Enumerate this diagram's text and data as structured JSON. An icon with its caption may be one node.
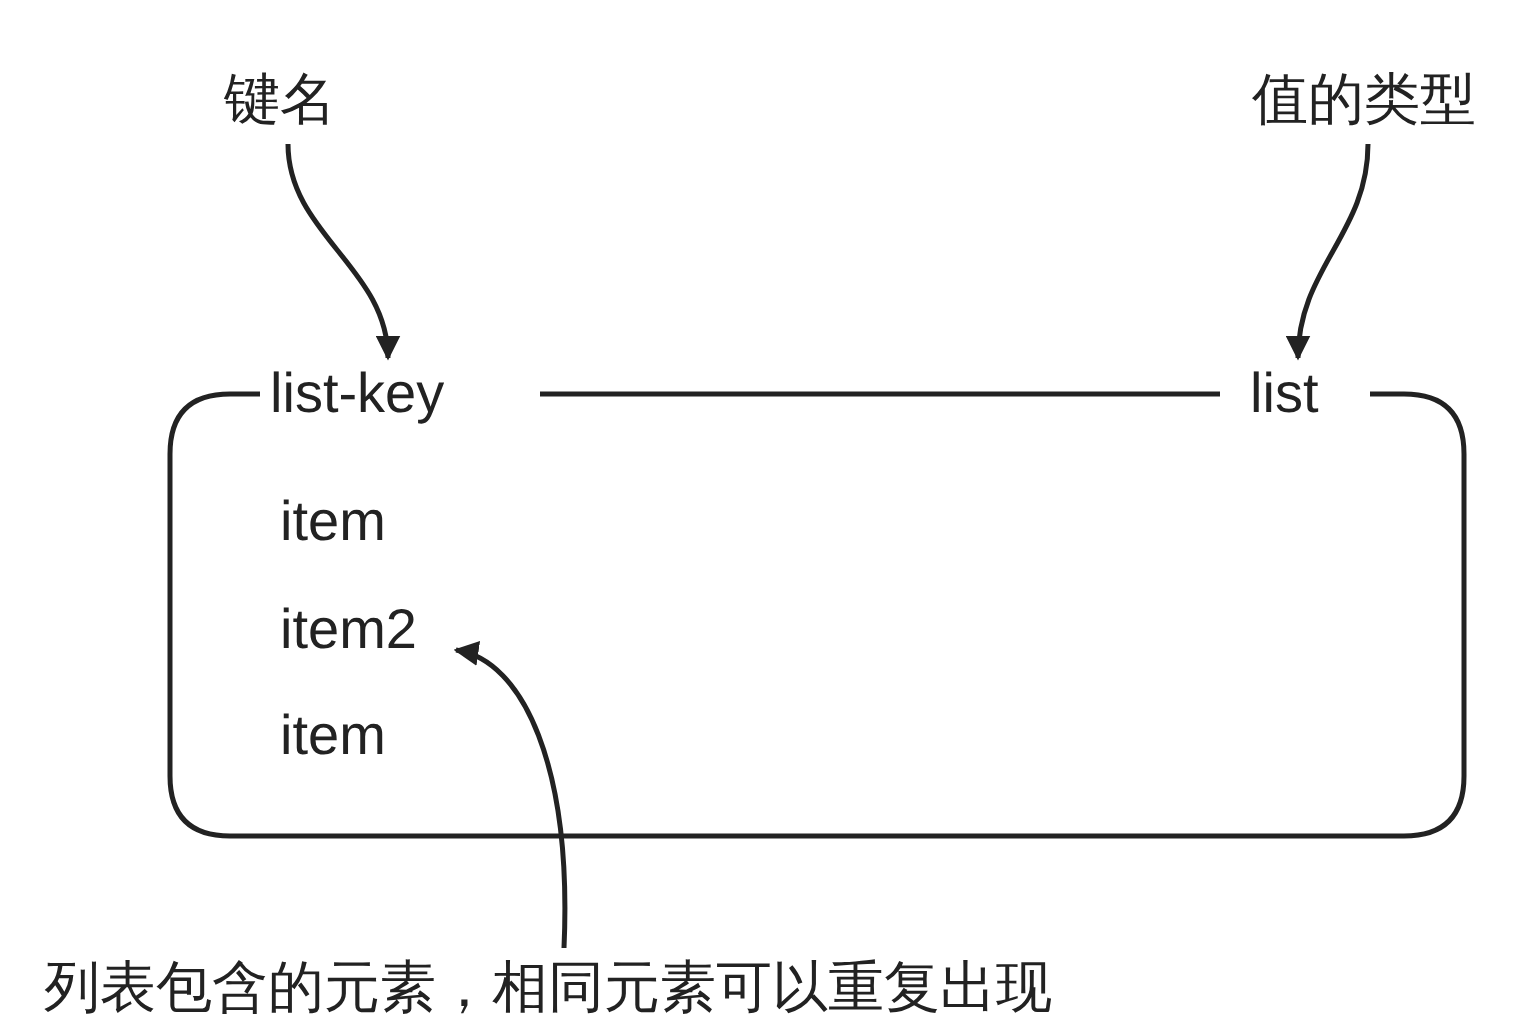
{
  "diagram": {
    "nodes": [
      {
        "text": [
          "键名"
        ]
      },
      {
        "text": [
          "值的类型"
        ]
      },
      {
        "text": [],
        "shape": "box"
      },
      {
        "text": [
          "list-key"
        ],
        "in": 2
      },
      {
        "text": [
          "list"
        ],
        "in": 2
      },
      {
        "text": [
          "item"
        ],
        "in": 2
      },
      {
        "text": [
          "item2"
        ],
        "in": 2
      },
      {
        "text": [
          "item"
        ],
        "in": 2
      },
      {
        "text": [
          "列表包含的元素，相同元素可以重复出现"
        ]
      }
    ],
    "edges": [
      {
        "from": 0,
        "to": 3,
        "arrow": "to"
      },
      {
        "from": 1,
        "to": 4,
        "arrow": "to"
      },
      {
        "from": 8,
        "to": 6,
        "arrow": "to"
      }
    ]
  }
}
